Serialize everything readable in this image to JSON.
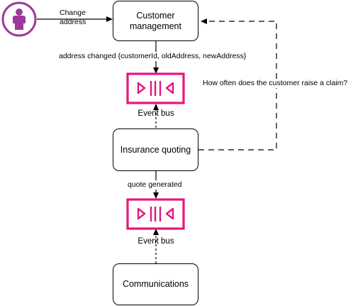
{
  "nodes": {
    "customer_management": {
      "label_line1": "Customer",
      "label_line2": "management"
    },
    "insurance_quoting": {
      "label": "Insurance quoting"
    },
    "communications": {
      "label": "Communications"
    }
  },
  "event_buses": [
    {
      "label": "Event bus"
    },
    {
      "label": "Event bus"
    }
  ],
  "actor": {
    "icon": "user-icon",
    "color": "#9b3a9b"
  },
  "edges": {
    "change_address": {
      "line1": "Change",
      "line2": "address"
    },
    "address_changed": {
      "label": "address changed {customerId, oldAddress, newAddress}"
    },
    "claims_question": {
      "label": "How often does the customer raise a claim?"
    },
    "quote_generated": {
      "label": "quote generated"
    }
  },
  "colors": {
    "event_bus": "#e7157b",
    "actor": "#9b3a9b",
    "line": "#000000"
  }
}
